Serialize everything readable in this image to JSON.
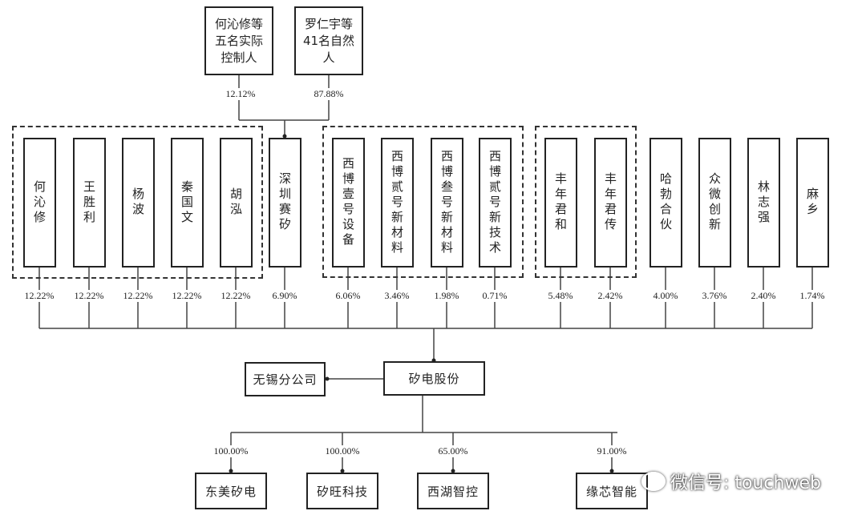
{
  "top_holders": [
    {
      "name": "何沁修等五名实际控制人",
      "pct": "12.12%"
    },
    {
      "name": "罗仁宇等41名自然人",
      "pct": "87.88%"
    }
  ],
  "shareholders": [
    {
      "name": "何沁修",
      "pct": "12.22%"
    },
    {
      "name": "王胜利",
      "pct": "12.22%"
    },
    {
      "name": "杨波",
      "pct": "12.22%"
    },
    {
      "name": "秦国文",
      "pct": "12.22%"
    },
    {
      "name": "胡泓",
      "pct": "12.22%"
    },
    {
      "name": "深圳赛矽",
      "pct": "6.90%"
    },
    {
      "name": "西博壹号设备",
      "pct": "6.06%"
    },
    {
      "name": "西博贰号新材料",
      "pct": "3.46%"
    },
    {
      "name": "西博叁号新材料",
      "pct": "1.98%"
    },
    {
      "name": "西博贰号新技术",
      "pct": "0.71%"
    },
    {
      "name": "丰年君和",
      "pct": "5.48%"
    },
    {
      "name": "丰年君传",
      "pct": "2.42%"
    },
    {
      "name": "哈勃合伙",
      "pct": "4.00%"
    },
    {
      "name": "众微创新",
      "pct": "3.76%"
    },
    {
      "name": "林志强",
      "pct": "2.40%"
    },
    {
      "name": "麻乡",
      "pct": "1.74%"
    }
  ],
  "company": "矽电股份",
  "branch": "无锡分公司",
  "subsidiaries": [
    {
      "name": "东美矽电",
      "pct": "100.00%"
    },
    {
      "name": "矽旺科技",
      "pct": "100.00%"
    },
    {
      "name": "西湖智控",
      "pct": "65.00%"
    },
    {
      "name": "缘芯智能",
      "pct": "91.00%"
    }
  ],
  "watermark": "微信号: touchweb"
}
